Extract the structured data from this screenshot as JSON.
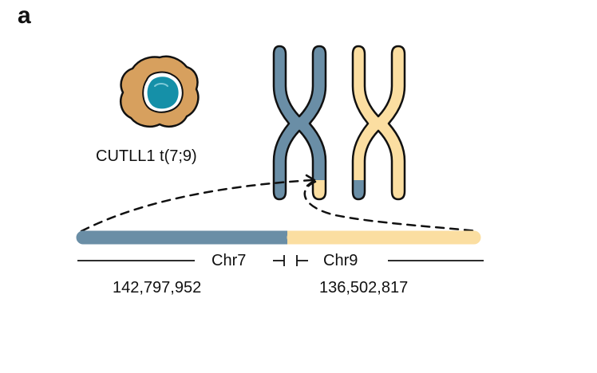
{
  "panel": {
    "label": "a"
  },
  "cell": {
    "label": "CUTLL1 t(7;9)",
    "icon": "cell-icon",
    "cytoplasm_color": "#D7A05E",
    "nucleus_color": "#1590A8"
  },
  "chromosomes": {
    "chr7": {
      "label": "Chr7",
      "coordinate": "142,797,952",
      "color": "#6A8EA6",
      "icon": "chromosome-7-icon"
    },
    "chr9": {
      "label": "Chr9",
      "coordinate": "136,502,817",
      "color": "#FBDEA1",
      "icon": "chromosome-9-icon"
    }
  },
  "fusion_bar": {
    "segments": [
      "chr7",
      "chr9"
    ]
  },
  "breakpoint": {
    "glyph": "⊣ ⊢"
  }
}
